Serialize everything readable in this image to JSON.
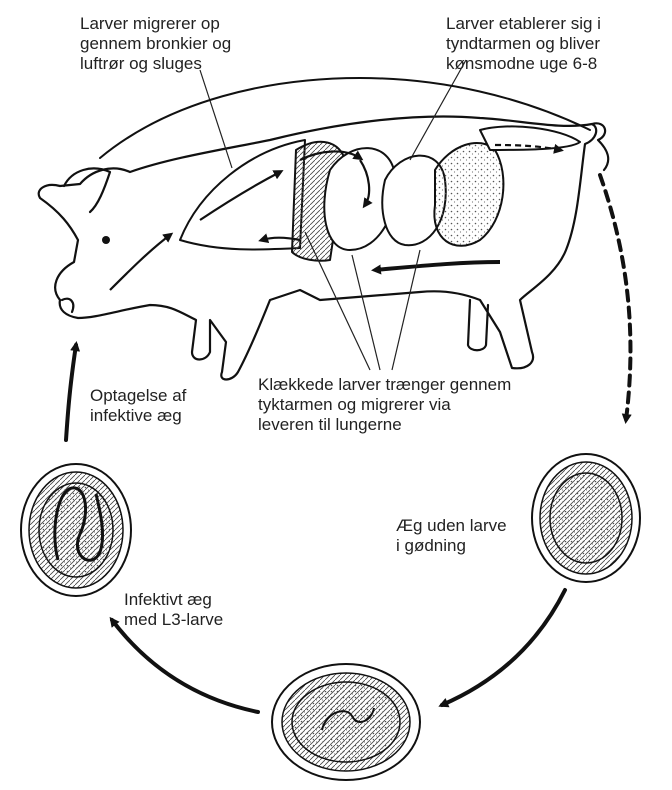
{
  "labels": {
    "migrate_bronchi": "Larver migrerer op\ngennem bronkier og\nluftrør og sluges",
    "small_intestine": "Larver etablerer sig i\ntyndtarmen og bliver\nkønsmodne uge 6-8",
    "hatched_larvae": "Klækkede larver trænger gennem\ntyktarmen og migrerer via\nleveren til lungerne",
    "egg_in_feces": "Æg uden larve\ni gødning",
    "infective_egg": "Infektivt æg\nmed L3-larve",
    "uptake": "Optagelse af\ninfektive æg"
  }
}
